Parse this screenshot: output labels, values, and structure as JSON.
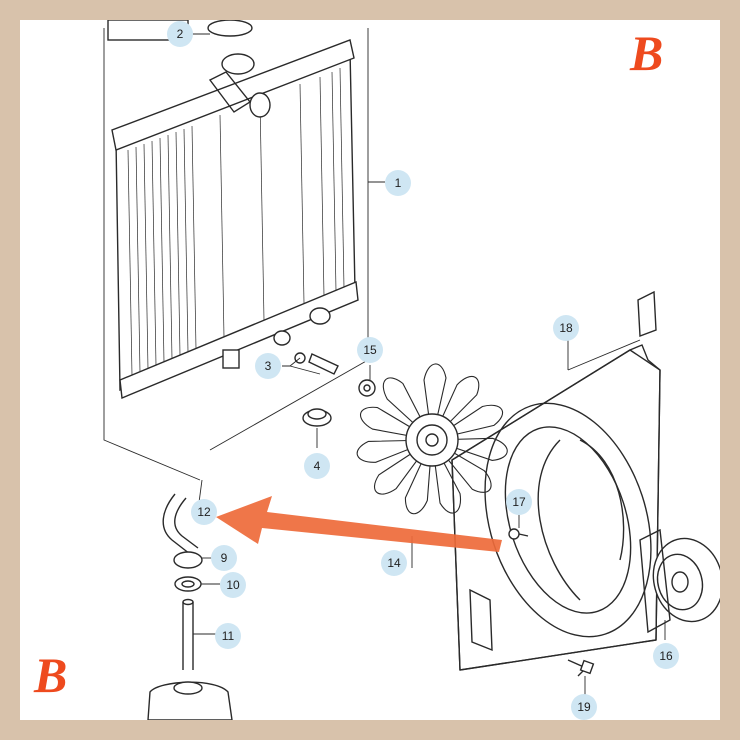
{
  "brand": {
    "logo_letter": "B",
    "color": "#ee4a1e"
  },
  "callouts": [
    {
      "id": "c1",
      "label": "1"
    },
    {
      "id": "c2",
      "label": "2"
    },
    {
      "id": "c3",
      "label": "3"
    },
    {
      "id": "c4",
      "label": "4"
    },
    {
      "id": "c9",
      "label": "9"
    },
    {
      "id": "c10",
      "label": "10"
    },
    {
      "id": "c11",
      "label": "11"
    },
    {
      "id": "c12",
      "label": "12"
    },
    {
      "id": "c14",
      "label": "14"
    },
    {
      "id": "c15",
      "label": "15"
    },
    {
      "id": "c16",
      "label": "16"
    },
    {
      "id": "c17",
      "label": "17"
    },
    {
      "id": "c18",
      "label": "18"
    },
    {
      "id": "c19",
      "label": "19"
    }
  ],
  "colors": {
    "frame": "#d8c2ab",
    "callout": "#cfe6f3",
    "arrow": "#ee6a3a"
  }
}
